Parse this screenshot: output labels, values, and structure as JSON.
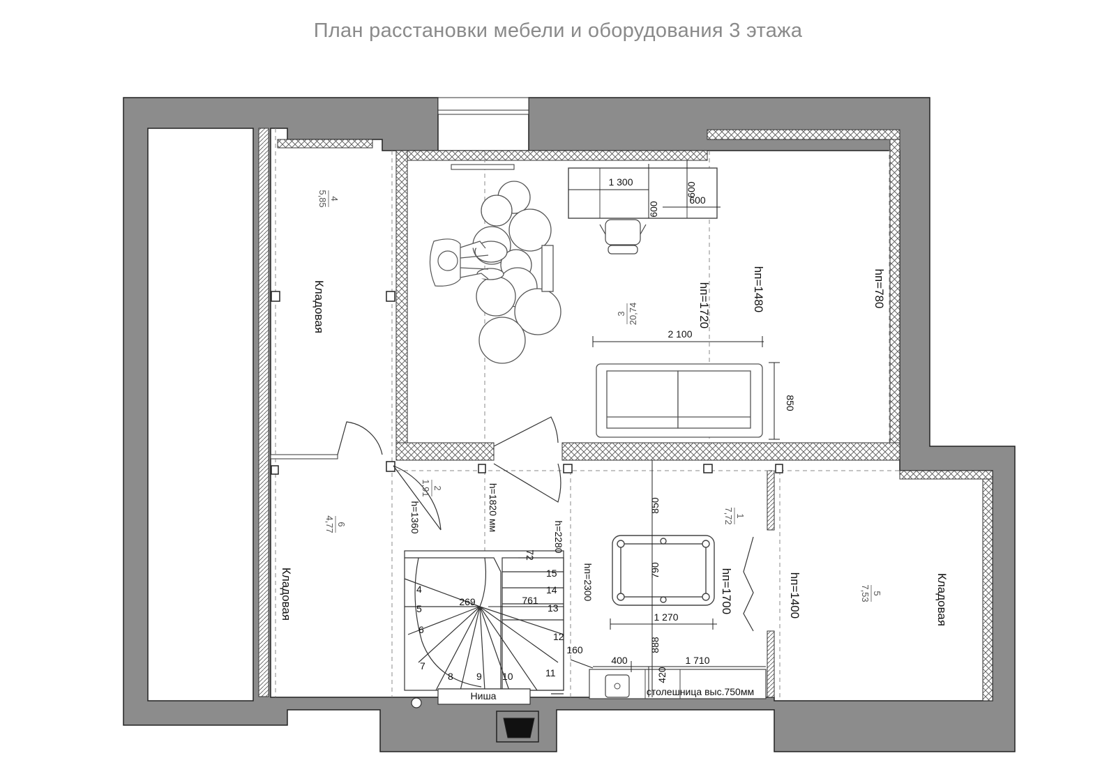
{
  "title": "План расстановки мебели и оборудования 3 этажа",
  "colors": {
    "wall": "#8c8c8c",
    "wall_stroke": "#222222",
    "hatch": "#444444",
    "furniture": "#555555",
    "dashed": "#888888"
  },
  "rooms": [
    {
      "number": "4",
      "area": "5,85",
      "name": "Кладовая"
    },
    {
      "number": "3",
      "area": "20,74",
      "name": ""
    },
    {
      "number": "6",
      "area": "4,77",
      "name": "Кладовая"
    },
    {
      "number": "2",
      "area": "1,91",
      "name": ""
    },
    {
      "number": "1",
      "area": "7,72",
      "name": ""
    },
    {
      "number": "5",
      "area": "7,53",
      "name": "Кладовая"
    }
  ],
  "dimensions": {
    "desk_width": "1 300",
    "desk_depth": "600",
    "desk_side_a": "600",
    "desk_side_b": "600",
    "sofa_width": "2 100",
    "sofa_depth": "850",
    "billiard_clear_top": "850",
    "billiard_inner": "790",
    "billiard_width": "1 270",
    "billiard_clear_bottom": "888",
    "counter_left": "400",
    "counter_right": "1 710",
    "counter_depth": "420",
    "offset_160": "160",
    "stair_72": "72",
    "stair_269": "269",
    "stair_761": "761"
  },
  "heights": {
    "h1720": "hп=1720",
    "h1480": "hп=1480",
    "h780": "hп=780",
    "h1700": "hп=1700",
    "h1400": "hп=1400",
    "h1360": "h=1360",
    "h1820": "h=1820 мм",
    "h2280": "h=2280",
    "h2300": "hп=2300"
  },
  "labels": {
    "niche": "Ниша",
    "countertop": "столешница выс.750мм"
  },
  "stair_steps": [
    "4",
    "5",
    "6",
    "7",
    "8",
    "9",
    "10",
    "11",
    "12",
    "13",
    "14",
    "15"
  ]
}
